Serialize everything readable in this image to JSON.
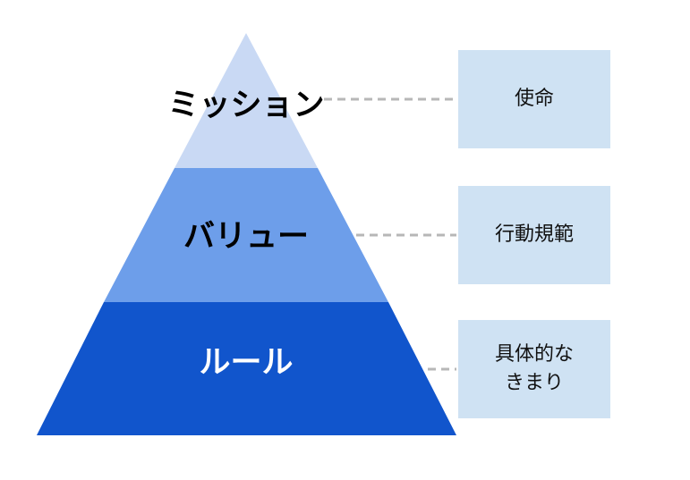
{
  "colors": {
    "tier_top": "#c9d9f4",
    "tier_middle": "#6d9eea",
    "tier_bottom": "#1155cc",
    "box_fill": "#cfe2f3",
    "connector": "#b7b7b7"
  },
  "tiers": [
    {
      "label": "ミッション",
      "label_color": "#000000",
      "description": "使命"
    },
    {
      "label": "バリュー",
      "label_color": "#000000",
      "description": "行動規範"
    },
    {
      "label": "ルール",
      "label_color": "#ffffff",
      "description_line1": "具体的な",
      "description_line2": "きまり"
    }
  ]
}
